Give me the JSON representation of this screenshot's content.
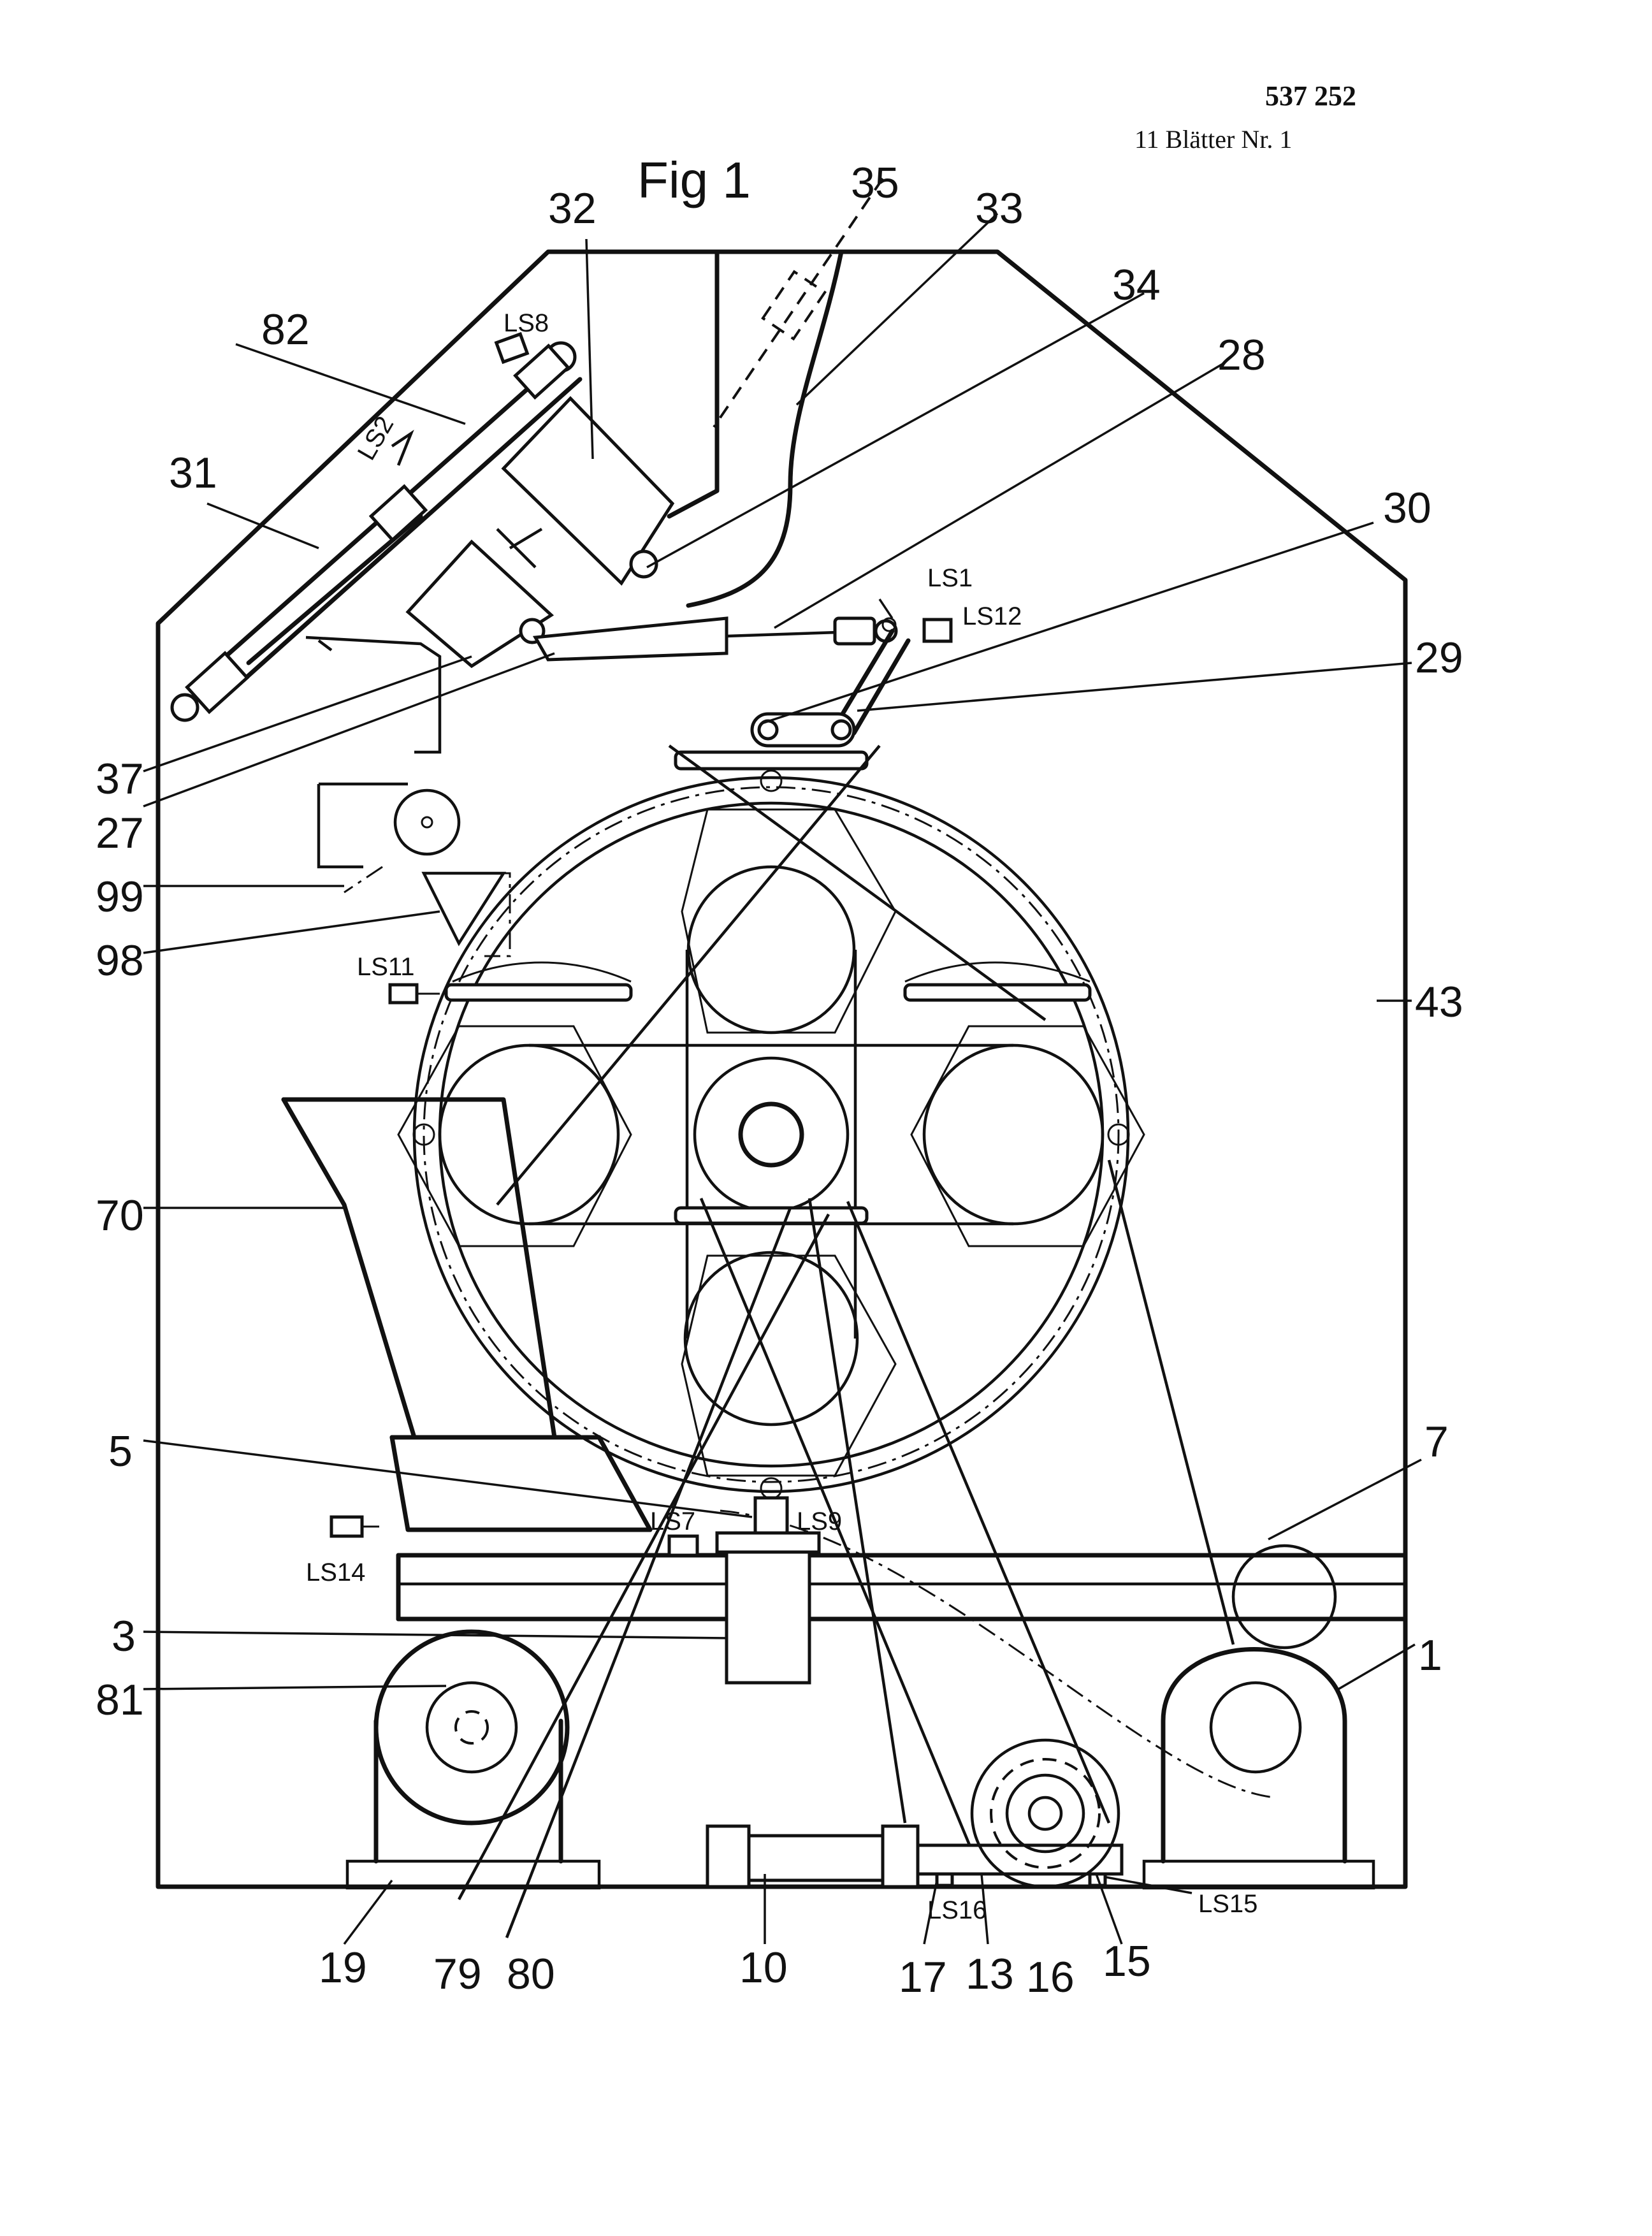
{
  "header": {
    "patent_number": "537 252",
    "sheet_info": "11 Blätter   Nr. 1"
  },
  "figure_title": "Fig 1",
  "labels": {
    "n1": "1",
    "n3": "3",
    "n5": "5",
    "n7": "7",
    "n10": "10",
    "n13": "13",
    "n15": "15",
    "n16": "16",
    "n17": "17",
    "n19": "19",
    "n27": "27",
    "n28": "28",
    "n29": "29",
    "n30": "30",
    "n31": "31",
    "n32": "32",
    "n33": "33",
    "n34": "34",
    "n35": "35",
    "n37": "37",
    "n43": "43",
    "n70": "70",
    "n79": "79",
    "n80": "80",
    "n81": "81",
    "n82": "82",
    "n98": "98",
    "n99": "99",
    "ls1": "LS1",
    "ls2": "LS2",
    "ls7": "LS7",
    "ls8": "LS8",
    "ls9": "LS9",
    "ls11": "LS11",
    "ls12": "LS12",
    "ls14": "LS14",
    "ls15": "LS15",
    "ls16": "LS16"
  }
}
